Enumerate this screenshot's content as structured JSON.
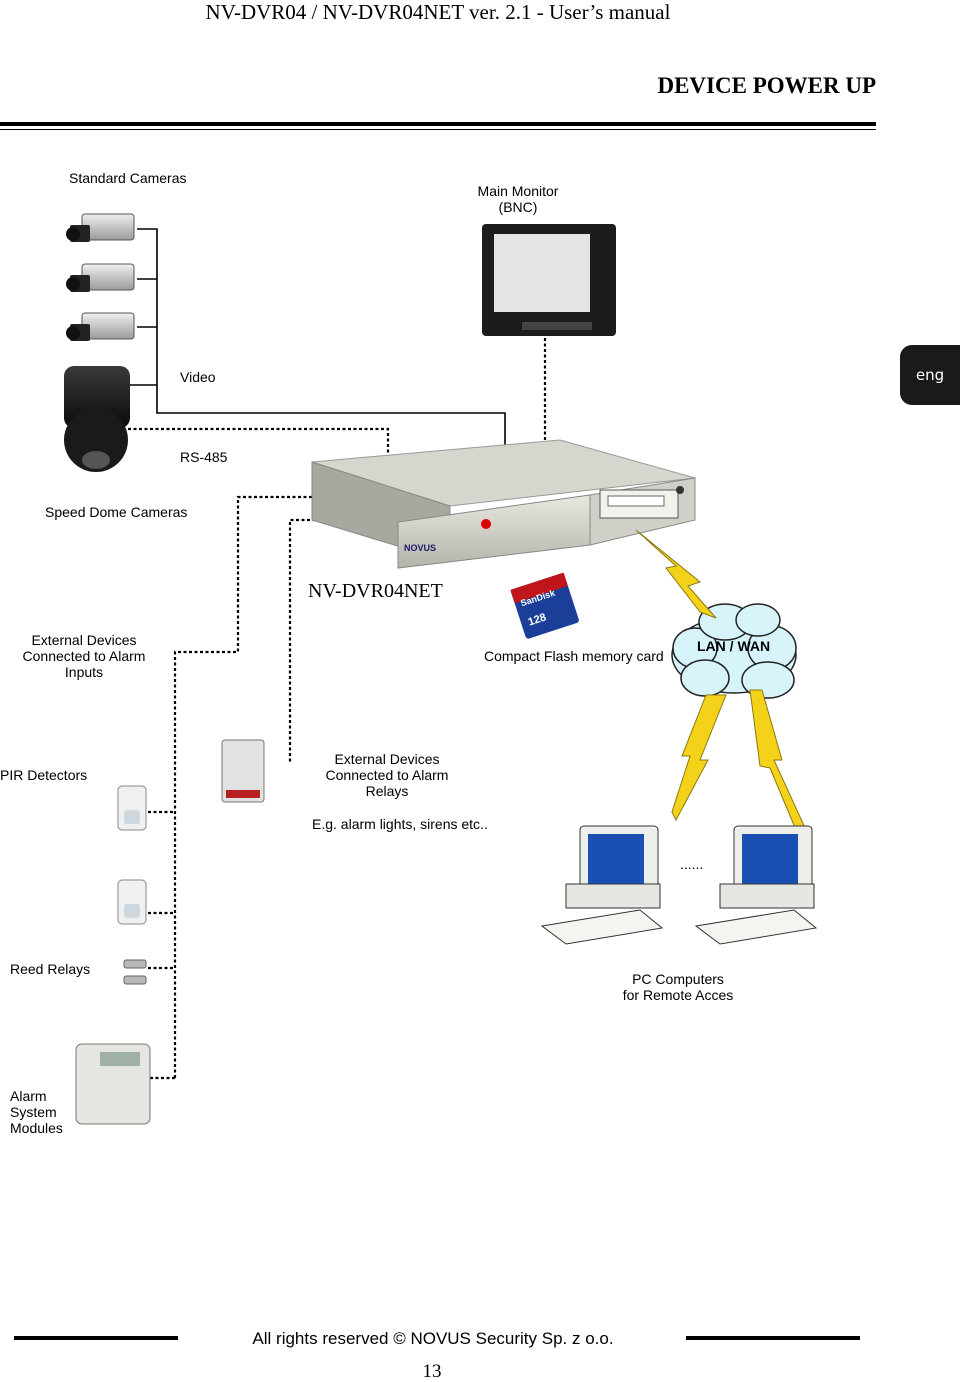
{
  "header": {
    "manual_title": "NV-DVR04 / NV-DVR04NET ver. 2.1 - User’s manual",
    "section_title": "DEVICE POWER UP"
  },
  "language_tab": "eng",
  "diagram": {
    "standard_cameras": "Standard Cameras",
    "main_monitor": [
      "Main Monitor",
      "(BNC)"
    ],
    "video": "Video",
    "rs485": "RS-485",
    "speed_dome_cameras": "Speed Dome Cameras",
    "dvr_name": "NV-DVR04NET",
    "alarm_inputs": [
      "External Devices",
      "Connected to Alarm",
      "Inputs"
    ],
    "compact_flash": "Compact Flash memory card",
    "lan_wan": "LAN / WAN",
    "pir_detectors": "PIR Detectors",
    "alarm_relays": [
      "External Devices",
      "Connected to Alarm",
      "Relays"
    ],
    "relay_example": "E.g. alarm lights, sirens etc..",
    "ellipsis": "......",
    "reed_relays": "Reed Relays",
    "pc_computers": [
      "PC Computers",
      "for Remote Acces"
    ],
    "alarm_modules": [
      "Alarm",
      "System",
      "Modules"
    ],
    "dvr_brand": "NOVUS",
    "cf_brand": "SanDisk",
    "cf_size": "128"
  },
  "footer": {
    "copyright": "All rights reserved © NOVUS Security Sp. z o.o.",
    "page_number": "13"
  },
  "colors": {
    "cloud": "#d6f4fa",
    "lightning": "#f4d21a",
    "screen": "#1a4fb4",
    "tab": "#1a1a1a"
  }
}
